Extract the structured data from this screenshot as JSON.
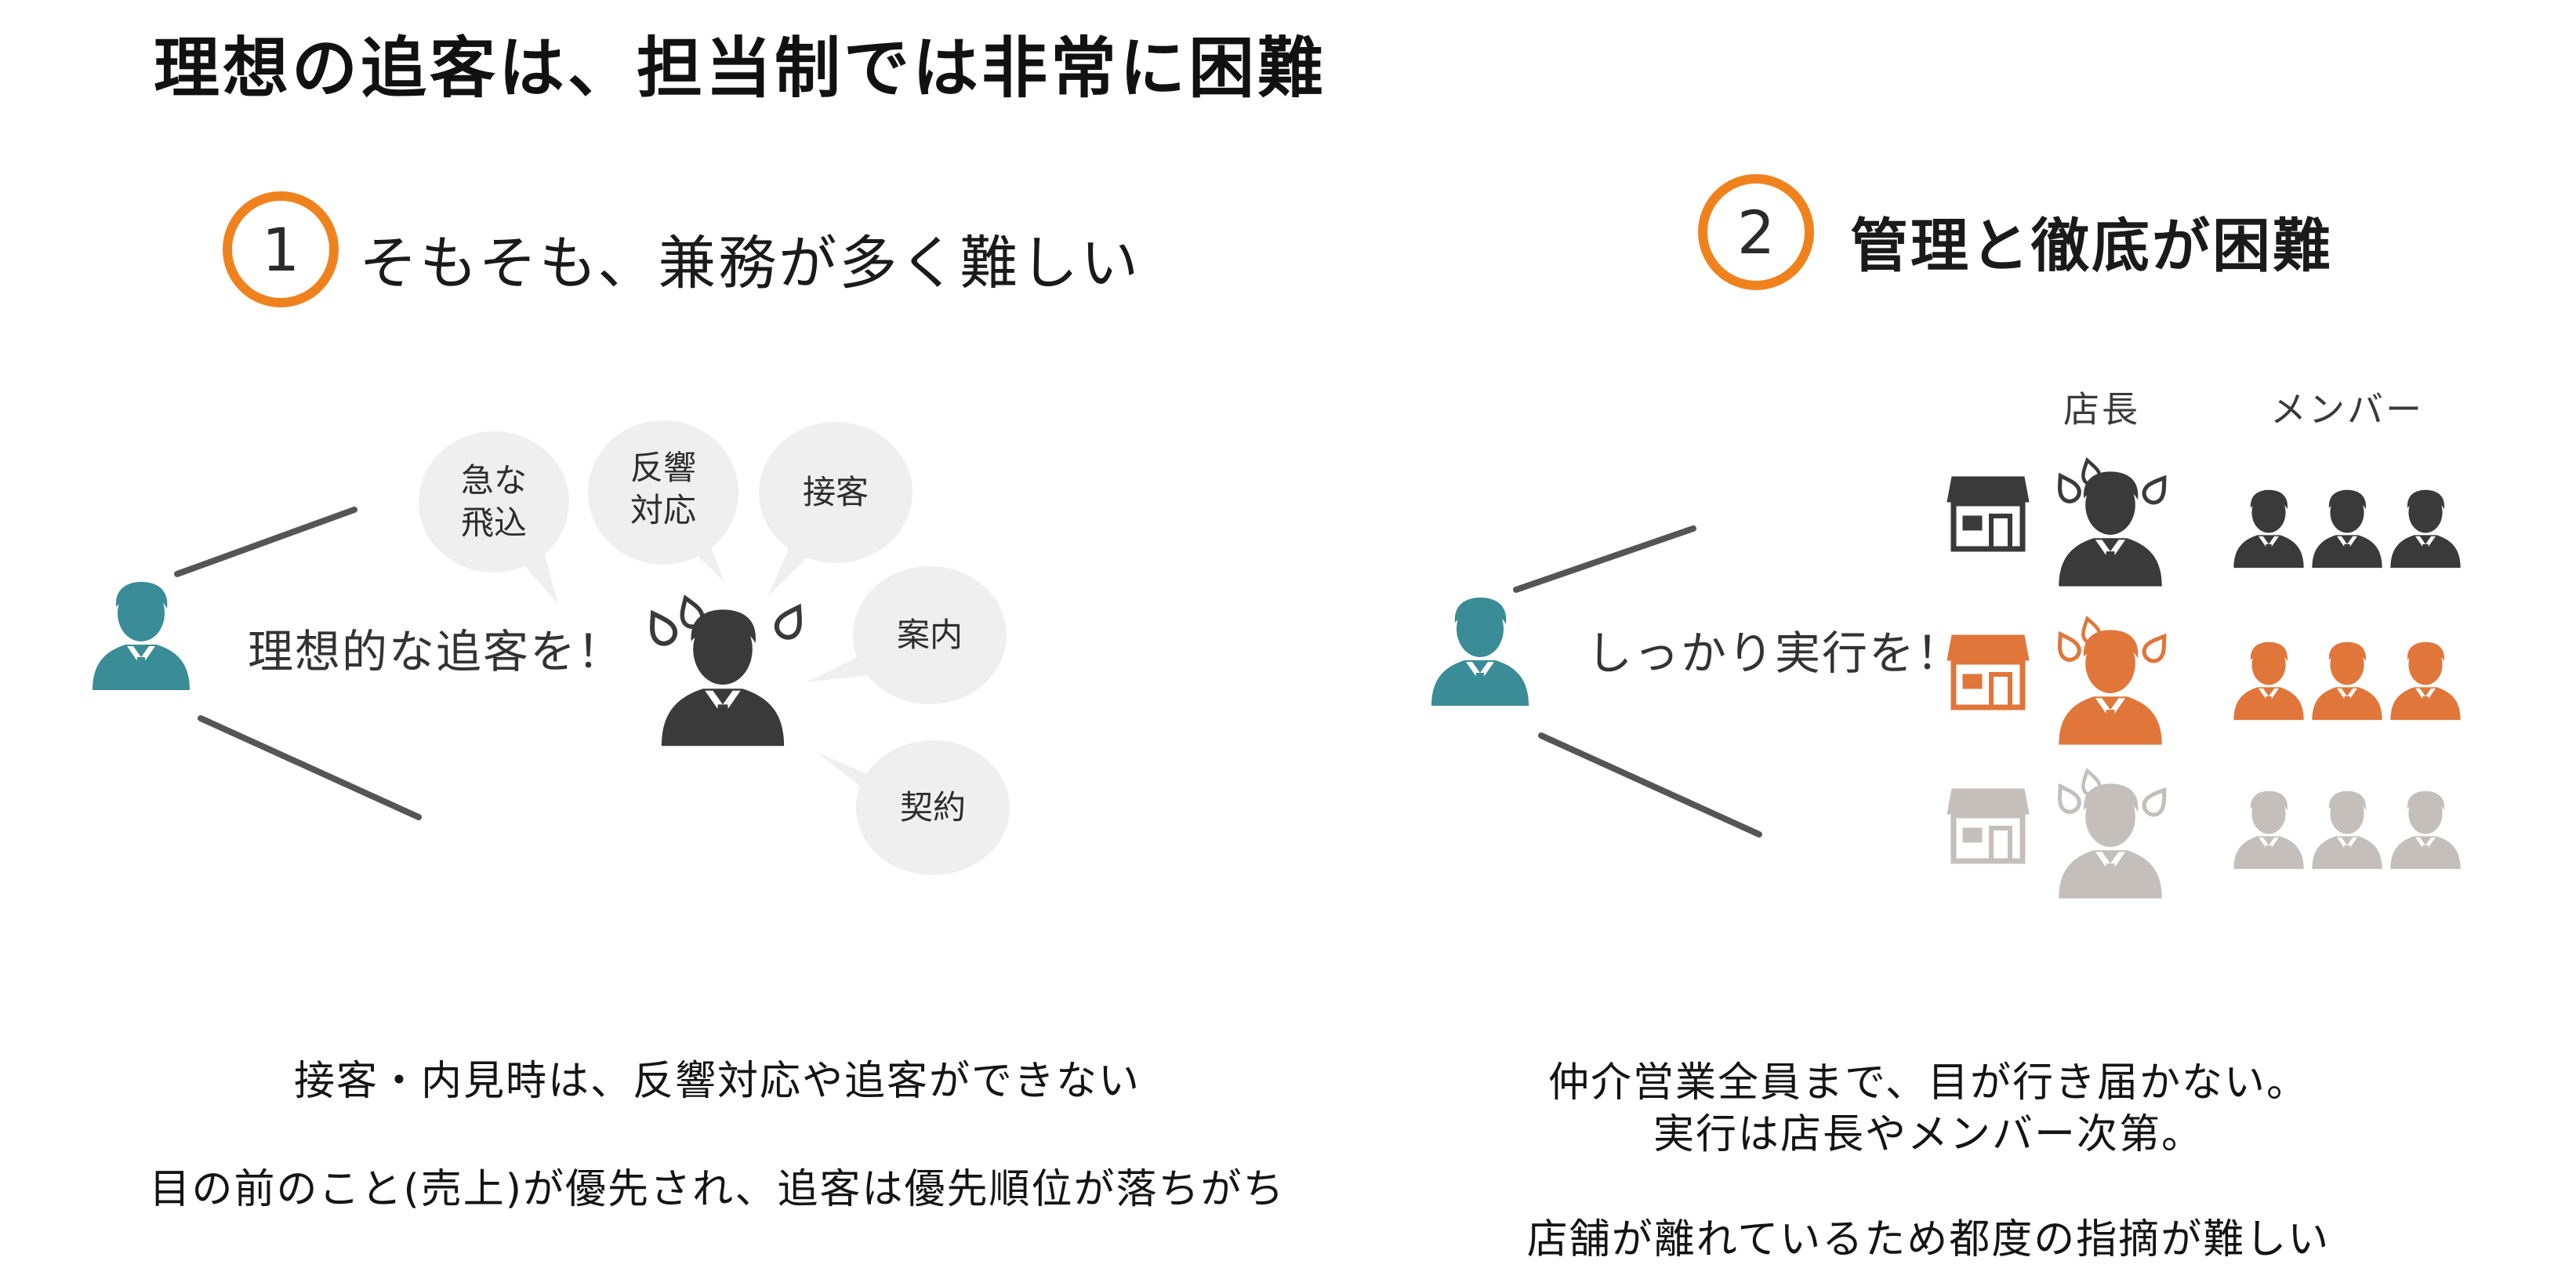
{
  "title": "理想の追客は、担当制では非常に困難",
  "left": {
    "number": "1",
    "heading": "そもそも、兼務が多く難しい",
    "line_text": "理想的な追客を！",
    "bubbles": [
      {
        "line1": "急な",
        "line2": "飛込"
      },
      {
        "line1": "反響",
        "line2": "対応"
      },
      {
        "line1": "接客",
        "line2": ""
      },
      {
        "line1": "案内",
        "line2": ""
      },
      {
        "line1": "契約",
        "line2": ""
      }
    ],
    "captions": [
      "接客・内見時は、反響対応や追客ができない",
      "目の前のこと(売上)が優先され、追客は優先順位が落ちがち"
    ]
  },
  "right": {
    "number": "2",
    "heading": "管理と徹底が困難",
    "line_text": "しっかり実行を！",
    "col_manager": "店長",
    "col_members": "メンバー",
    "rows": [
      {
        "color": "#3a3a3a"
      },
      {
        "color": "#e0763a"
      },
      {
        "color": "#c4bfbb"
      }
    ],
    "captions": [
      "仲介営業全員まで、目が行き届かない。",
      "実行は店長やメンバー次第。",
      "店舗が離れているため都度の指摘が難しい"
    ]
  },
  "colors": {
    "accent": "#f0821e",
    "teal": "#3a8c96",
    "dark_person": "#3a3a3a",
    "orange_row": "#e0763a",
    "grey_row": "#c4bfbb",
    "bubble": "#efefef"
  },
  "icons": [
    "person-icon",
    "stressed-person-icon",
    "store-icon",
    "sweat-drop-icon"
  ]
}
